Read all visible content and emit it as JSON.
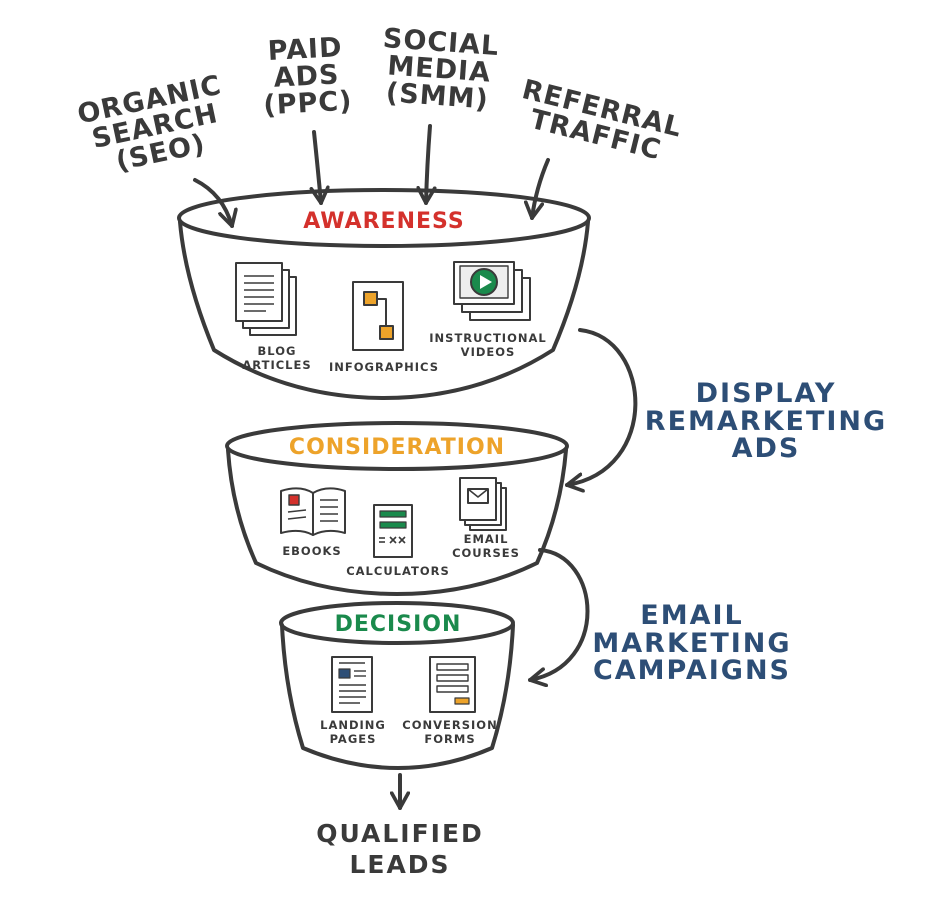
{
  "sources": {
    "organic": "Organic\nSearch\n(SEO)",
    "paid": "Paid\nAds\n(PPC)",
    "social": "Social\nMedia\n(SMM)",
    "referral": "Referral\nTraffic"
  },
  "stages": {
    "awareness": {
      "label": "Awareness",
      "color": "#d4312c",
      "items": {
        "blog": "Blog\nArticles",
        "infographics": "Infographics",
        "videos": "Instructional\nVideos"
      }
    },
    "consideration": {
      "label": "Consideration",
      "color": "#eda32a",
      "items": {
        "ebooks": "Ebooks",
        "calculators": "Calculators",
        "email_courses": "Email\nCourses"
      }
    },
    "decision": {
      "label": "Decision",
      "color": "#1a8a4c",
      "items": {
        "landing": "Landing\nPages",
        "forms": "Conversion\nForms"
      }
    }
  },
  "side_labels": {
    "display": "Display\nRemarketing\nAds",
    "email": "Email\nMarketing\nCampaigns"
  },
  "output": "Qualified\nLeads",
  "colors": {
    "ink": "#3a3a3a",
    "blue_text": "#2d4e76",
    "orange": "#eda32a",
    "green": "#1a8a4c",
    "red": "#d4312c"
  },
  "icons": [
    "document-stack-icon",
    "infographic-icon",
    "video-icon",
    "open-book-icon",
    "calculator-icon",
    "email-icon",
    "landing-page-icon",
    "form-icon"
  ]
}
